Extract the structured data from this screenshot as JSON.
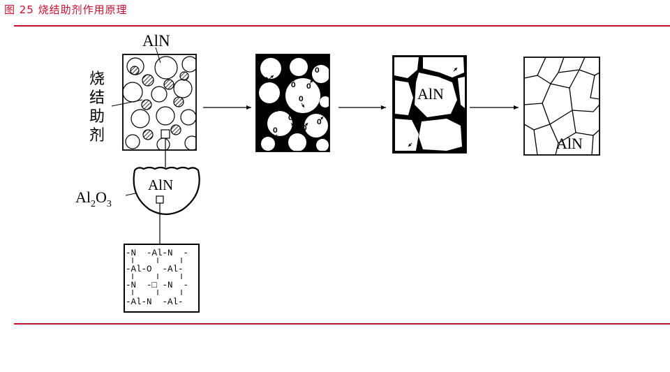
{
  "figure": {
    "title": "图 25  烧结助剂作用原理"
  },
  "labels": {
    "aln_top": "AlN",
    "sintering_aid_chars": [
      "烧",
      "结",
      "助",
      "剂"
    ],
    "aln_bowl": "AlN",
    "al2o3": {
      "el1": "Al",
      "sub1": "2",
      "el2": "O",
      "sub2": "3"
    },
    "aln_stage3": "AlN",
    "aln_stage4": "AlN",
    "oxygen": "O"
  },
  "lattice": {
    "rows": [
      "-N  -Al-N  -",
      "-Al-O  -Al-",
      "-N  -□ -N  -",
      "-Al-N  -Al-"
    ]
  },
  "colors": {
    "accent": "#c8102e",
    "ink": "#000000"
  }
}
